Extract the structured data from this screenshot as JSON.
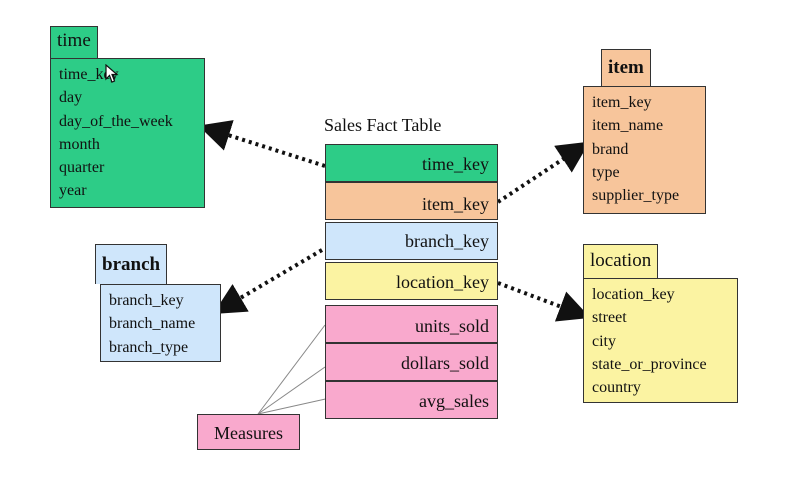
{
  "colors": {
    "time": "#2dcc87",
    "item": "#f7c59b",
    "branch": "#cfe6fb",
    "location": "#fbf3a2",
    "measures": "#f9a9cd"
  },
  "time": {
    "title": "time",
    "fields": [
      "time_key",
      "day",
      "day_of_the_week",
      "month",
      "quarter",
      "year"
    ]
  },
  "item": {
    "title": "item",
    "fields": [
      "item_key",
      "item_name",
      "brand",
      "type",
      "supplier_type"
    ]
  },
  "branch": {
    "title": "branch",
    "fields": [
      "branch_key",
      "branch_name",
      "branch_type"
    ]
  },
  "location": {
    "title": "location",
    "fields": [
      "location_key",
      "street",
      "city",
      "state_or_province",
      "country"
    ]
  },
  "fact": {
    "title": "Sales Fact Table",
    "keys": [
      "time_key",
      "item_key",
      "branch_key",
      "location_key"
    ],
    "measures": [
      "units_sold",
      "dollars_sold",
      "avg_sales"
    ]
  },
  "measures_label": "Measures",
  "cursor_icon": "mouse-pointer-icon"
}
